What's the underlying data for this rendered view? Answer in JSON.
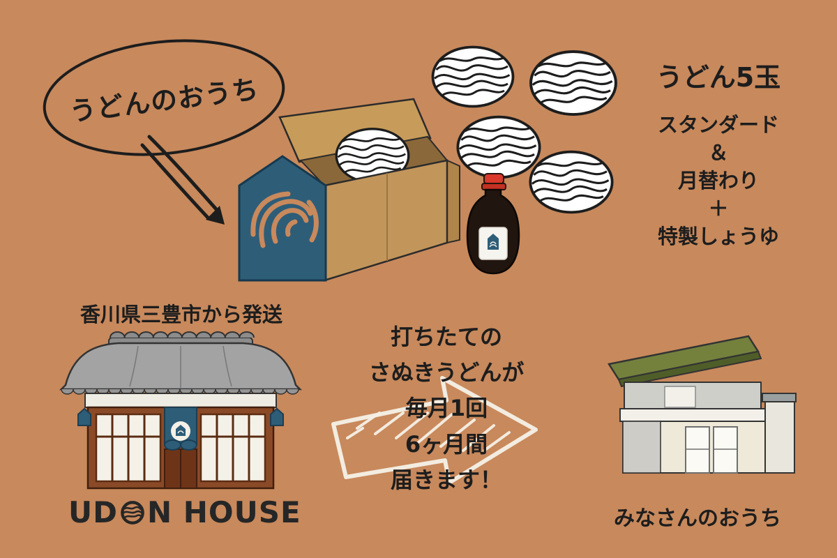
{
  "colors": {
    "background": "#c8895c",
    "accent_blue": "#2e5d78",
    "cardboard": "#c2955a",
    "cap_red": "#d8392b",
    "wood_brown": "#8a4a28",
    "roof_gray": "#a3a3a3",
    "roof_green": "#73813d",
    "ink": "#1d1d1d",
    "sketch_white": "#f6f1e7"
  },
  "speech_bubble": {
    "label": "うどんのおうち"
  },
  "package": {
    "title": "うどん5玉",
    "items": [
      "スタンダード",
      "＆",
      "月替わり",
      "＋",
      "特製しょうゆ"
    ]
  },
  "origin": {
    "shipping_label": "香川県三豊市から発送",
    "brand_prefix": "UD",
    "brand_suffix": "N HOUSE"
  },
  "delivery": {
    "lines": [
      "打ちたての",
      "さぬきうどんが",
      "毎月1回",
      "6ヶ月間",
      "届きます！"
    ]
  },
  "destination": {
    "label": "みなさんのおうち"
  }
}
